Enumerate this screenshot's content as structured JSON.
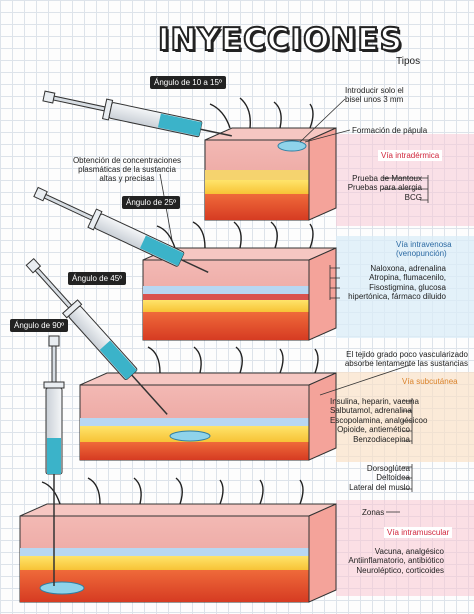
{
  "title": "INYECCIONES",
  "subtitle": "Tipos",
  "colors": {
    "intradermica": "#f7c9d6",
    "intravenosa": "#d9ecf7",
    "subcutanea": "#fbe1c4",
    "intramuscular": "#f9c6d2",
    "red_text": "#d0263c",
    "blue_text": "#2c6aa3",
    "orange_text": "#d9822b"
  },
  "sections": [
    {
      "key": "intradermica",
      "angle_label": "Ángulo de 10 a 15º",
      "route": "Vía intradérmica",
      "notes": [
        "Introducir solo el",
        "bisel unos 3 mm"
      ],
      "note2": "Formación de pápula",
      "items": [
        "Prueba de Mantoux",
        "Pruebas para alergia",
        "BCG"
      ]
    },
    {
      "key": "intravenosa",
      "angle_label": "Ángulo de 25º",
      "route": "Vía intravenosa",
      "route2": "(venopunción)",
      "notes": [
        "Obtención de concentraciones",
        "plasmáticas de la sustancia",
        "altas y precisas"
      ],
      "items": [
        "Naloxona, adrenalina",
        "Atropina, flumacenilo,",
        "Fisostigmina, glucosa",
        "hipertónica, fármaco diluido"
      ]
    },
    {
      "key": "subcutanea",
      "angle_label": "Ángulo de 45º",
      "route": "Vía subcutánea",
      "notes": [
        "El tejido grado poco vascularizado",
        "absorbe lentamente las sustancias"
      ],
      "items": [
        "Insulina, heparin, vacuna",
        "Salbutamol, adrenalina",
        "Escopolamina, analgésicoo",
        "Opioide, antiemético",
        "Benzodiacepina"
      ]
    },
    {
      "key": "intramuscular",
      "angle_label": "Ángulo de 90º",
      "route": "Vía intramuscular",
      "zones_title": "Zonas",
      "zones": [
        "Dorsoglútea",
        "Deltoidea",
        "Lateral del muslo"
      ],
      "items": [
        "Vacuna, analgésico",
        "Antiinflamatorio, antibiótico",
        "Neuroléptico, corticoides"
      ]
    }
  ]
}
